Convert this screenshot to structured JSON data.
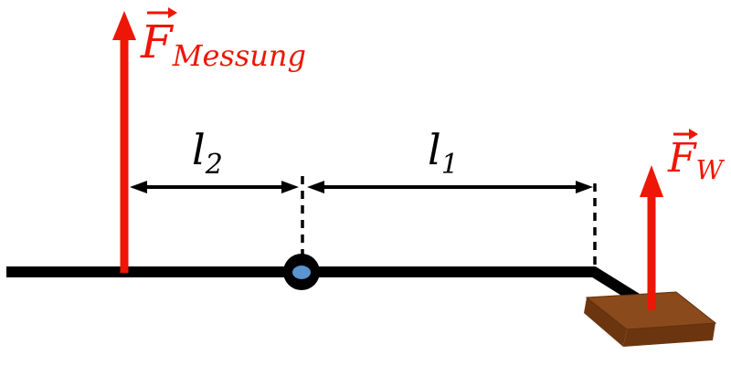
{
  "diagram": {
    "kind": "lever-torque-free-body-diagram",
    "labels": {
      "force_measurement": {
        "symbol": "F",
        "subscript": "Messung",
        "vector": true
      },
      "force_weight": {
        "symbol": "F",
        "subscript": "W",
        "vector": true
      },
      "lever_arm_left": {
        "symbol": "l",
        "subscript": "2"
      },
      "lever_arm_right": {
        "symbol": "l",
        "subscript": "1"
      }
    },
    "colors": {
      "force_arrow": "#ee1606",
      "beam": "#000000",
      "dimension": "#000000",
      "dashline": "#000000",
      "pivot_outer": "#000000",
      "pivot_inner": "#5b94cf",
      "block_top": "#8b4a1c",
      "block_side": "#6b360f",
      "background": "#ffffff"
    }
  }
}
